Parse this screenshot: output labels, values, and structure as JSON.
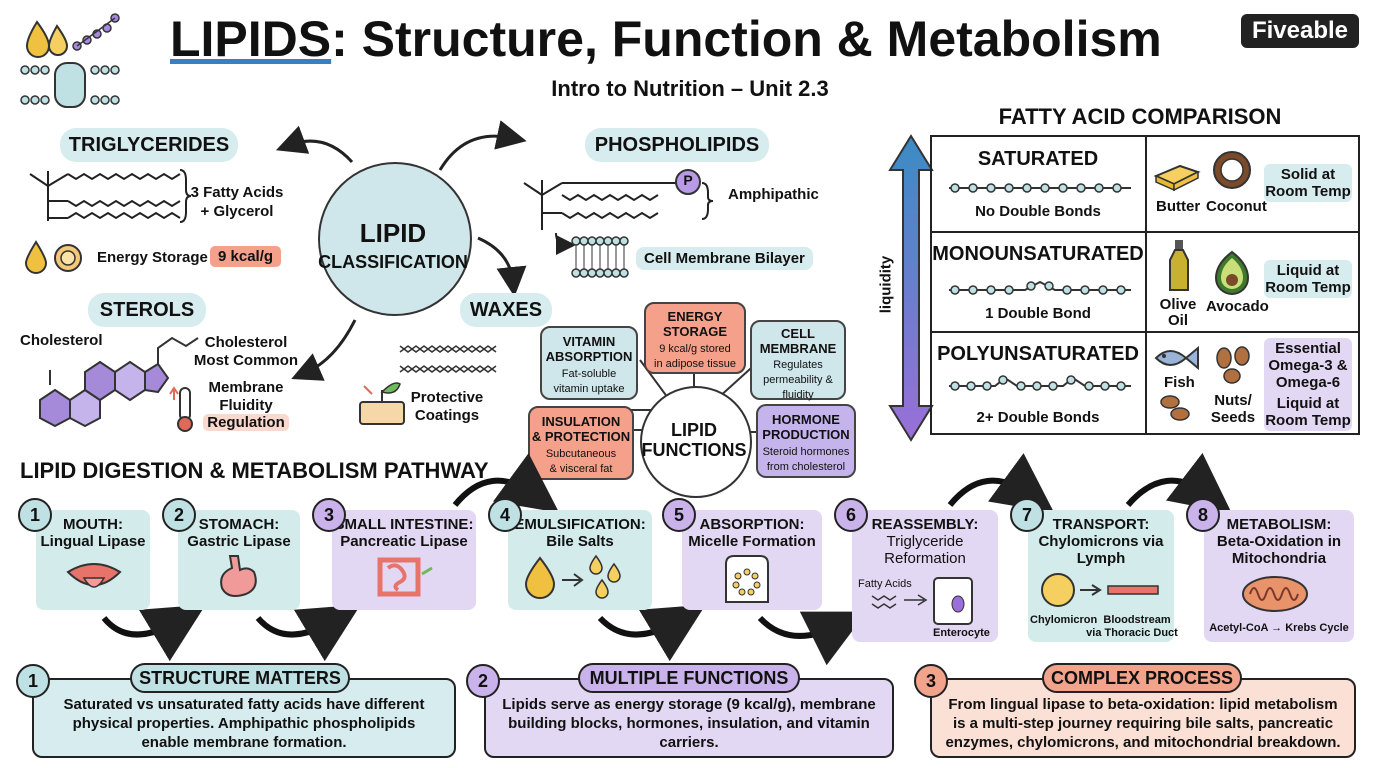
{
  "header": {
    "title_a": "LIPIDS",
    "title_b": ": Structure, Function & Metabolism",
    "subtitle": "Intro to Nutrition – Unit 2.3",
    "brand": "Fiveable"
  },
  "classification": {
    "center": {
      "l1": "LIPID",
      "l2": "CLASSIFICATION"
    },
    "triglycerides": {
      "title": "TRIGLYCERIDES",
      "desc1": "3 Fatty Acids",
      "desc2": "+ Glycerol",
      "energy": "Energy Storage",
      "kcal": "9 kcal/g"
    },
    "phospholipids": {
      "title": "PHOSPHOLIPIDS",
      "p": "P",
      "amphipathic": "Amphipathic",
      "membrane": "Cell Membrane Bilayer"
    },
    "sterols": {
      "title": "STEROLS",
      "cholesterol": "Cholesterol",
      "common1": "Cholesterol",
      "common2": "Most Common",
      "fluid1": "Membrane",
      "fluid2": "Fluidity",
      "fluid3": "Regulation"
    },
    "waxes": {
      "title": "WAXES",
      "desc1": "Protective",
      "desc2": "Coatings"
    }
  },
  "functions": {
    "center": {
      "l1": "LIPID",
      "l2": "FUNCTIONS"
    },
    "vitamin": {
      "t1": "VITAMIN",
      "t2": "ABSORPTION",
      "d1": "Fat-soluble",
      "d2": "vitamin uptake"
    },
    "energy": {
      "t1": "ENERGY",
      "t2": "STORAGE",
      "d1": "9 kcal/g stored",
      "d2": "in adipose tissue"
    },
    "cell": {
      "t1": "CELL",
      "t2": "MEMBRANE",
      "d1": "Regulates",
      "d2": "permeability &",
      "d3": "fluidity"
    },
    "insulation": {
      "t1": "INSULATION",
      "t2": "& PROTECTION",
      "d1": "Subcutaneous",
      "d2": "& visceral fat"
    },
    "hormone": {
      "t1": "HORMONE",
      "t2": "PRODUCTION",
      "d1": "Steroid hormones",
      "d2": "from cholesterol"
    }
  },
  "comparison": {
    "title": "FATTY ACID COMPARISON",
    "axis": "liquidity",
    "rows": [
      {
        "name": "SATURATED",
        "bonds": "No Double Bonds",
        "food1": "Butter",
        "food2": "Coconut",
        "state1": "Solid at",
        "state2": "Room Temp"
      },
      {
        "name": "MONOUNSATURATED",
        "bonds": "1 Double Bond",
        "food1a": "Olive",
        "food1b": "Oil",
        "food2": "Avocado",
        "state1": "Liquid at",
        "state2": "Room Temp"
      },
      {
        "name": "POLYUNSATURATED",
        "bonds": "2+ Double Bonds",
        "food1": "Fish",
        "food2a": "Nuts/",
        "food2b": "Seeds",
        "s1": "Essential",
        "s2": "Omega-3 &",
        "s3": "Omega-6",
        "s4": "Liquid at",
        "s5": "Room Temp"
      }
    ]
  },
  "pathway": {
    "title": "LIPID DIGESTION & METABOLISM PATHWAY",
    "steps": [
      {
        "n": "1",
        "l1": "MOUTH:",
        "l2": "Lingual Lipase"
      },
      {
        "n": "2",
        "l1": "STOMACH:",
        "l2": "Gastric Lipase"
      },
      {
        "n": "3",
        "l1": "SMALL INTESTINE:",
        "l2": "Pancreatic Lipase"
      },
      {
        "n": "4",
        "l1": "EMULSIFICATION:",
        "l2": "Bile Salts"
      },
      {
        "n": "5",
        "l1": "ABSORPTION:",
        "l2": "Micelle Formation"
      },
      {
        "n": "6",
        "l1": "REASSEMBLY:",
        "l2": "Triglyceride",
        "l3": "Reformation",
        "fa": "Fatty Acids",
        "ent": "Enterocyte"
      },
      {
        "n": "7",
        "l1": "TRANSPORT:",
        "l2": "Chylomicrons via",
        "l3": "Lymph",
        "chylo": "Chylomicron",
        "blood1": "Bloodstream",
        "blood2": "via Thoracic Duct"
      },
      {
        "n": "8",
        "l1": "METABOLISM:",
        "l2": "Beta-Oxidation in",
        "l3": "Mitochondria",
        "krebs": "Acetyl-CoA → Krebs Cycle"
      }
    ]
  },
  "summary": [
    {
      "n": "1",
      "title": "STRUCTURE MATTERS",
      "l1": "Saturated vs unsaturated fatty acids have different",
      "l2": "physical properties. Amphipathic phospholipids",
      "l3": "enable membrane formation."
    },
    {
      "n": "2",
      "title": "MULTIPLE FUNCTIONS",
      "l1": "Lipids serve as energy storage (9 kcal/g), membrane",
      "l2": "building blocks, hormones, insulation, and vitamin",
      "l3": "carriers."
    },
    {
      "n": "3",
      "title": "COMPLEX PROCESS",
      "l1": "From lingual lipase to beta-oxidation: lipid metabolism",
      "l2": "is a multi-step journey requiring bile salts, pancreatic",
      "l3": "enzymes, chylomicrons, and mitochondrial breakdown."
    }
  ]
}
